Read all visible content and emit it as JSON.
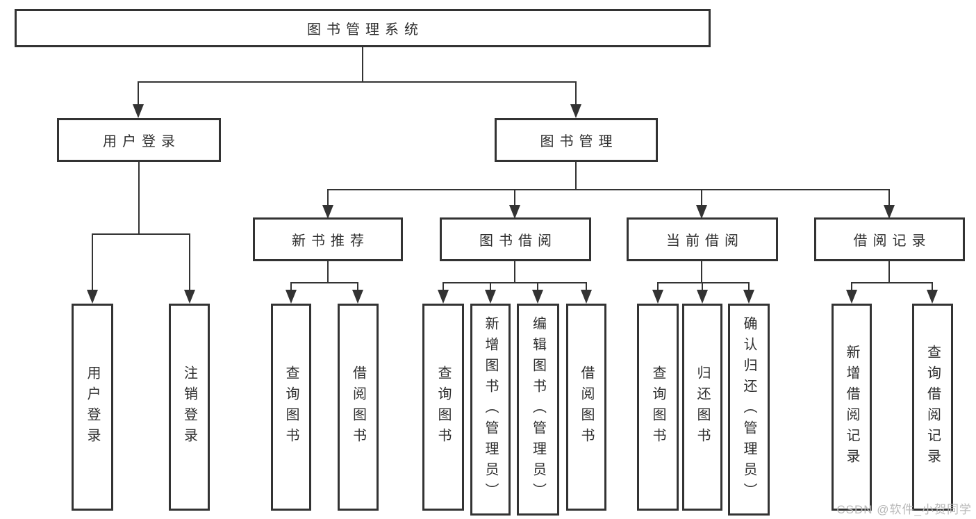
{
  "diagram": {
    "title_node": "图书管理系统",
    "watermark": "CSDN @软件_小贺同学",
    "colors": {
      "line": "#333333",
      "text": "#2f2f2f",
      "watermark": "#b9b9b9",
      "background": "#ffffff"
    },
    "nodes": {
      "root": "图书管理系统",
      "login": "用户登录",
      "mgmt": "图书管理",
      "rec": "新书推荐",
      "borrow": "图书借阅",
      "current": "当前借阅",
      "records": "借阅记录",
      "leaf_login": "用户登录",
      "leaf_logout": "注销登录",
      "rec_query": "查询图书",
      "rec_borrow": "借阅图书",
      "bor_query": "查询图书",
      "bor_add": "新增图书（管理员）",
      "bor_edit": "编辑图书（管理员）",
      "bor_borrow": "借阅图书",
      "cur_query": "查询图书",
      "cur_return": "归还图书",
      "cur_confirm": "确认归还（管理员）",
      "rr_add": "新增借阅记录",
      "rr_query": "查询借阅记录"
    },
    "hierarchy": [
      {
        "parent": "图书管理系统",
        "children": [
          "用户登录",
          "图书管理"
        ]
      },
      {
        "parent": "用户登录",
        "children": [
          "用户登录",
          "注销登录"
        ]
      },
      {
        "parent": "图书管理",
        "children": [
          "新书推荐",
          "图书借阅",
          "当前借阅",
          "借阅记录"
        ]
      },
      {
        "parent": "新书推荐",
        "children": [
          "查询图书",
          "借阅图书"
        ]
      },
      {
        "parent": "图书借阅",
        "children": [
          "查询图书",
          "新增图书（管理员）",
          "编辑图书（管理员）",
          "借阅图书"
        ]
      },
      {
        "parent": "当前借阅",
        "children": [
          "查询图书",
          "归还图书",
          "确认归还（管理员）"
        ]
      },
      {
        "parent": "借阅记录",
        "children": [
          "新增借阅记录",
          "查询借阅记录"
        ]
      }
    ]
  }
}
